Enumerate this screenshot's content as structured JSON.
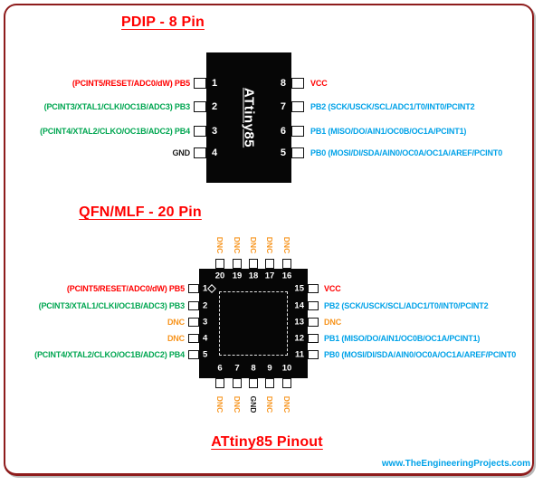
{
  "pdip": {
    "title": "PDIP - 8 Pin",
    "chip_label": "ATtiny85",
    "left_pins": [
      {
        "num": "1",
        "label": "(PCINT5/RESET/ADC0/dW) PB5",
        "color": "red"
      },
      {
        "num": "2",
        "label": "(PCINT3/XTAL1/CLKI/OC1B/ADC3) PB3",
        "color": "green"
      },
      {
        "num": "3",
        "label": "(PCINT4/XTAL2/CLKO/OC1B/ADC2) PB4",
        "color": "green"
      },
      {
        "num": "4",
        "label": "GND",
        "color": "black"
      }
    ],
    "right_pins": [
      {
        "num": "8",
        "label": "VCC",
        "color": "red"
      },
      {
        "num": "7",
        "label": "PB2 (SCK/USCK/SCL/ADC1/T0/INT0/PCINT2",
        "color": "blue"
      },
      {
        "num": "6",
        "label": "PB1 (MISO/DO/AIN1/OC0B/OC1A/PCINT1)",
        "color": "blue"
      },
      {
        "num": "5",
        "label": "PB0 (MOSI/DI/SDA/AIN0/OC0A/OC1A/AREF/PCINT0",
        "color": "blue"
      }
    ]
  },
  "qfn": {
    "title": "QFN/MLF - 20 Pin",
    "top_pins": [
      {
        "num": "20",
        "label": "DNC",
        "color": "orange"
      },
      {
        "num": "19",
        "label": "DNC",
        "color": "orange"
      },
      {
        "num": "18",
        "label": "DNC",
        "color": "orange"
      },
      {
        "num": "17",
        "label": "DNC",
        "color": "orange"
      },
      {
        "num": "16",
        "label": "DNC",
        "color": "orange"
      }
    ],
    "left_pins": [
      {
        "num": "1",
        "label": "(PCINT5/RESET/ADC0/dW) PB5",
        "color": "red"
      },
      {
        "num": "2",
        "label": "(PCINT3/XTAL1/CLKI/OC1B/ADC3) PB3",
        "color": "green"
      },
      {
        "num": "3",
        "label": "DNC",
        "color": "orange"
      },
      {
        "num": "4",
        "label": "DNC",
        "color": "orange"
      },
      {
        "num": "5",
        "label": "(PCINT4/XTAL2/CLKO/OC1B/ADC2) PB4",
        "color": "green"
      }
    ],
    "right_pins": [
      {
        "num": "15",
        "label": "VCC",
        "color": "red"
      },
      {
        "num": "14",
        "label": "PB2 (SCK/USCK/SCL/ADC1/T0/INT0/PCINT2",
        "color": "blue"
      },
      {
        "num": "13",
        "label": "DNC",
        "color": "orange"
      },
      {
        "num": "12",
        "label": "PB1 (MISO/DO/AIN1/OC0B/OC1A/PCINT1)",
        "color": "blue"
      },
      {
        "num": "11",
        "label": "PB0 (MOSI/DI/SDA/AIN0/OC0A/OC1A/AREF/PCINT0",
        "color": "blue"
      }
    ],
    "bottom_pins": [
      {
        "num": "6",
        "label": "DNC",
        "color": "orange"
      },
      {
        "num": "7",
        "label": "DNC",
        "color": "orange"
      },
      {
        "num": "8",
        "label": "GND",
        "color": "black"
      },
      {
        "num": "9",
        "label": "DNC",
        "color": "orange"
      },
      {
        "num": "10",
        "label": "DNC",
        "color": "orange"
      }
    ]
  },
  "footer": {
    "title": "ATtiny85 Pinout",
    "watermark": "www.TheEngineeringProjects.com"
  },
  "colors": {
    "red": "#FF0000",
    "green": "#00A651",
    "blue": "#00A2E8",
    "orange": "#F7941D",
    "black": "#1A1A1A",
    "frame": "#8E1C1C",
    "chip": "#060606"
  }
}
